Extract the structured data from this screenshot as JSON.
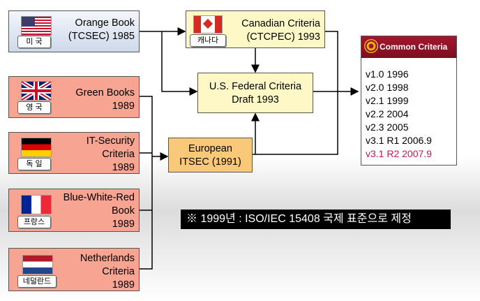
{
  "nodes": {
    "tcsec": {
      "title": "Orange Book\n(TCSEC) 1985",
      "tag": "미 국"
    },
    "green": {
      "title": "Green Books\n1989",
      "tag": "영 국"
    },
    "itsec_de": {
      "title": "IT-Security\nCriteria\n1989",
      "tag": "독 일"
    },
    "bwr": {
      "title": "Blue-White-Red\nBook\n1989",
      "tag": "프랑스"
    },
    "nl": {
      "title": "Netherlands\nCriteria\n1989",
      "tag": "네덜란드"
    },
    "ctcpec": {
      "title": "Canadian Criteria\n(CTCPEC) 1993",
      "tag": "캐나다"
    },
    "federal": {
      "title": "U.S. Federal Criteria\nDraft 1993"
    },
    "european": {
      "title": "European\nITSEC (1991)"
    }
  },
  "common_criteria": {
    "header": "Common Criteria",
    "versions": [
      "v1.0 1996",
      "v2.0 1998",
      "v2.1 1999",
      "v2.2 2004",
      "v2.3 2005",
      "v3.1 R1 2006.9",
      "v3.1 R2 2007.9"
    ],
    "highlight_color": "#c2185b"
  },
  "note": "※ 1999년 : ISO/IEC 15408 국제 표준으로 제정"
}
